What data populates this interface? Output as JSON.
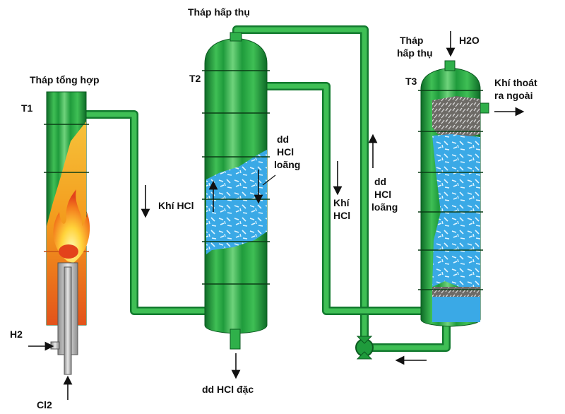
{
  "labels": {
    "tower_t1_title": "Tháp tổng hợp",
    "tower_t1_code": "T1",
    "tower_t2_title": "Tháp hấp thụ",
    "tower_t2_code": "T2",
    "tower_t3_title_line1": "Tháp",
    "tower_t3_title_line2": "hấp thụ",
    "tower_t3_code": "T3",
    "water_in": "H2O",
    "gas_out_line1": "Khí thoát",
    "gas_out_line2": "ra ngoài",
    "dilute_t2_line1": "dd",
    "dilute_t2_line2": "HCl",
    "dilute_t2_line3": "loãng",
    "hcl_gas_left": "Khí HCl",
    "hcl_gas_mid_line1": "Khí",
    "hcl_gas_mid_line2": "HCl",
    "dilute_return_line1": "dd",
    "dilute_return_line2": "HCl",
    "dilute_return_line3": "loãng",
    "conc_out": "dd HCl đặc",
    "h2_in": "H2",
    "cl2_in": "Cl2"
  },
  "colors": {
    "tower_green": "#1f9b3c",
    "tower_dark": "#0e6b27",
    "tower_light": "#6fd37c",
    "pipe_green": "#2fb04a",
    "liquid_blue": "#3aa9e6",
    "flame_orange": "#f39a1c",
    "flame_red": "#e3421b"
  }
}
